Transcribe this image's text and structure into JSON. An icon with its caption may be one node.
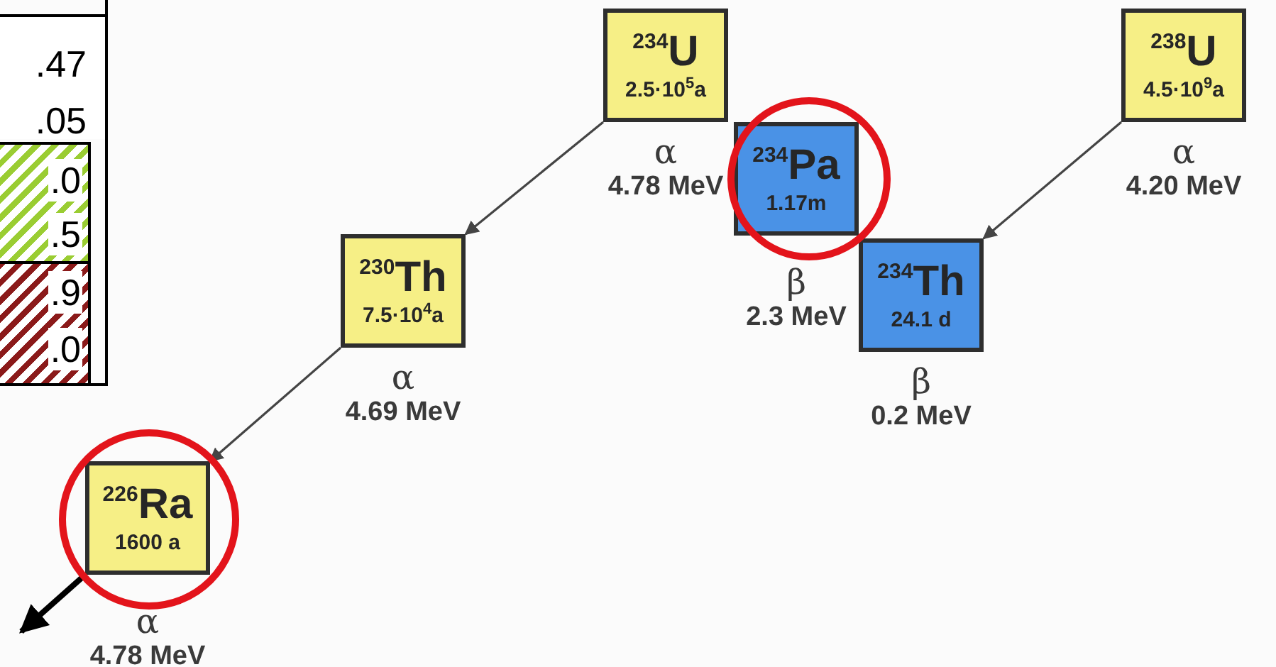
{
  "diagram": {
    "nodes": [
      {
        "text": [
          "$^{238}$U",
          "4.5·10$^{9}$a"
        ],
        "beside": [
          "α",
          "4.20 MeV"
        ]
      },
      {
        "text": [
          "$^{234}$Th",
          "24.1 d"
        ],
        "beside": [
          "β",
          "0.2 MeV"
        ]
      },
      {
        "text": [
          "$^{234}$Pa",
          "1.17m"
        ],
        "beside": [
          "β",
          "2.3 MeV"
        ]
      },
      {
        "text": [
          "$^{234}$U",
          "2.5·10$^{5}$a"
        ],
        "beside": [
          "α",
          "4.78 MeV"
        ]
      },
      {
        "text": [
          "$^{230}$Th",
          "7.5·10$^{4}$a"
        ],
        "beside": [
          "α",
          "4.69 MeV"
        ]
      },
      {
        "text": [
          "$^{226}$Ra",
          "1600 a"
        ],
        "beside": [
          "α",
          "4.78 MeV"
        ]
      }
    ],
    "edges": [
      {
        "from": 0,
        "to": 1,
        "arrow": "to"
      },
      {
        "from": 3,
        "to": 4,
        "arrow": "to"
      },
      {
        "from": 4,
        "to": 5,
        "arrow": "to"
      },
      {
        "from": 5,
        "to": null,
        "arrow": "to",
        "style": "thick",
        "color": "#000000"
      }
    ],
    "labels": [
      ".47",
      ".05",
      ".0",
      ".5",
      ".9",
      ".0"
    ]
  }
}
